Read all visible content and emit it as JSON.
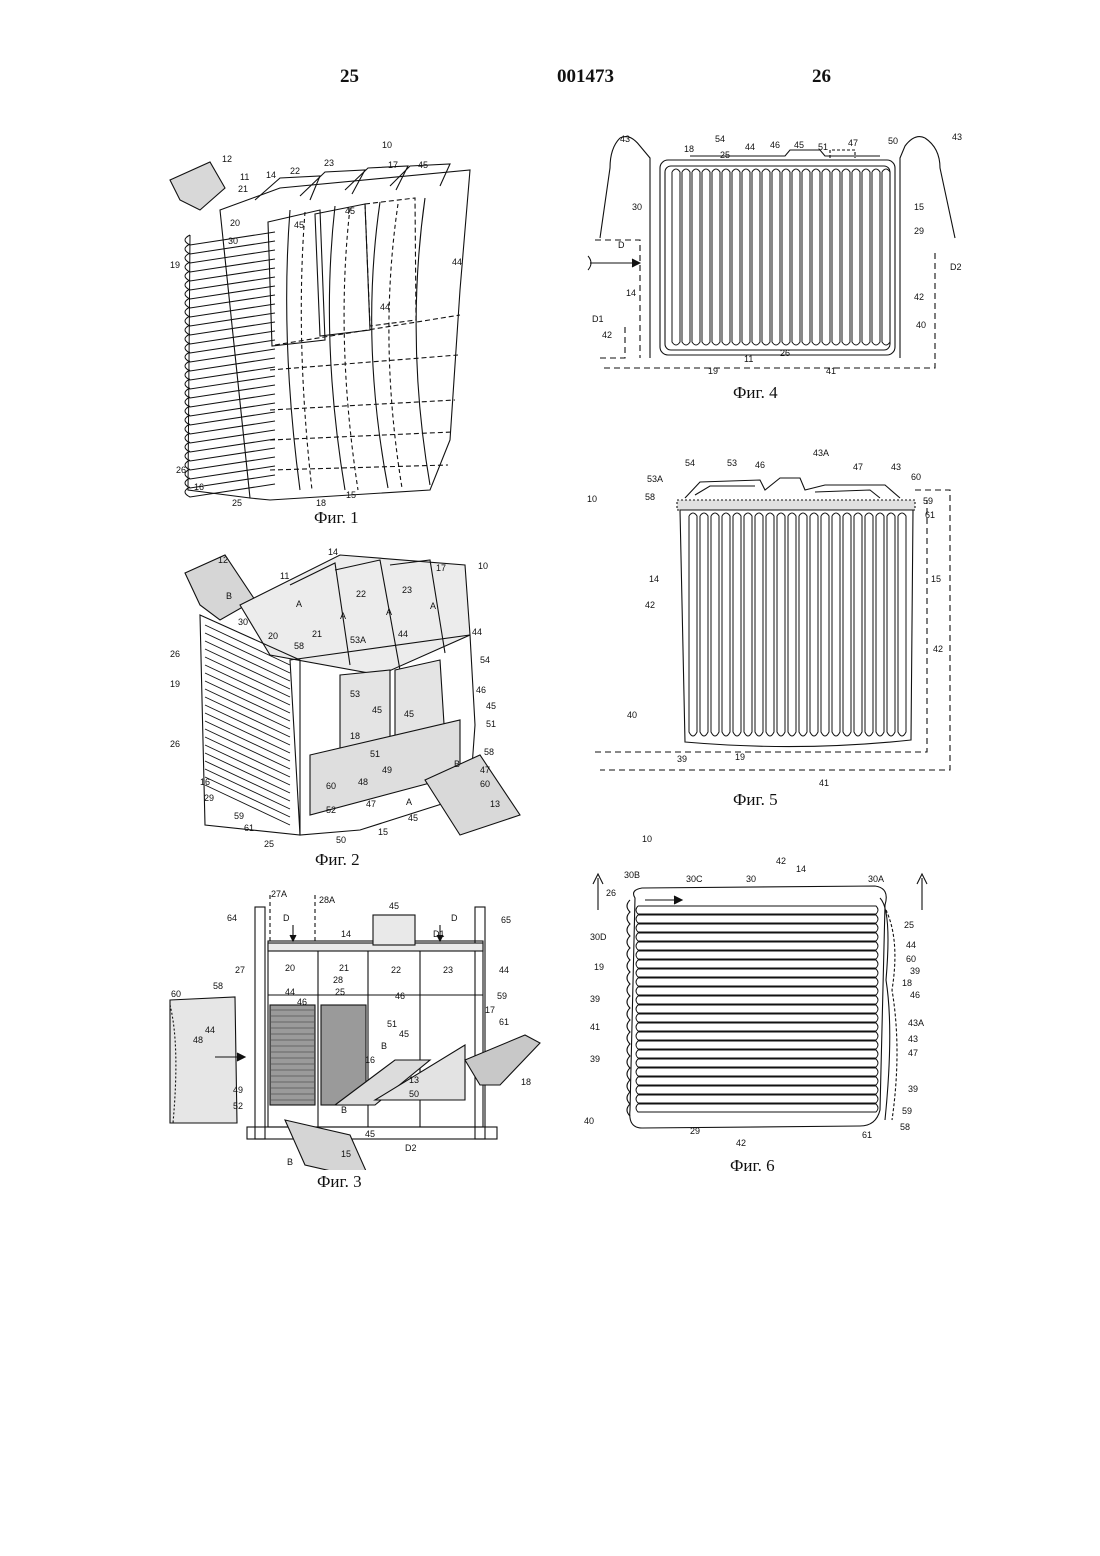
{
  "header": {
    "left_page": "25",
    "doc_number": "001473",
    "right_page": "26"
  },
  "figures": [
    {
      "caption": "Фиг. 1",
      "labels": [
        "10",
        "12",
        "11",
        "21",
        "14",
        "22",
        "23",
        "17",
        "45",
        "20",
        "30",
        "19",
        "45",
        "45",
        "44",
        "44",
        "26",
        "16",
        "25",
        "18",
        "15"
      ]
    },
    {
      "caption": "Фиг. 4",
      "labels": [
        "43",
        "18",
        "54",
        "25",
        "44",
        "46",
        "45",
        "51",
        "47",
        "50",
        "43",
        "30",
        "15",
        "29",
        "D",
        "D2",
        "14",
        "42",
        "D1",
        "40",
        "42",
        "26",
        "11",
        "19",
        "41"
      ]
    },
    {
      "caption": "Фиг. 2",
      "labels": [
        "12",
        "14",
        "17",
        "10",
        "11",
        "22",
        "23",
        "B",
        "A",
        "A",
        "A",
        "A",
        "20",
        "21",
        "30",
        "58",
        "53A",
        "44",
        "44",
        "26",
        "54",
        "19",
        "53",
        "46",
        "45",
        "45",
        "45",
        "18",
        "51",
        "51",
        "58",
        "48",
        "49",
        "B",
        "47",
        "26",
        "60",
        "60",
        "16",
        "29",
        "59",
        "61",
        "52",
        "47",
        "A",
        "45",
        "13",
        "50",
        "15",
        "25"
      ]
    },
    {
      "caption": "Фиг. 5",
      "labels": [
        "43A",
        "54",
        "53",
        "46",
        "47",
        "43",
        "53A",
        "60",
        "58",
        "59",
        "61",
        "10",
        "14",
        "15",
        "42",
        "42",
        "40",
        "19",
        "39",
        "41"
      ]
    },
    {
      "caption": "Фиг. 3",
      "labels": [
        "27A",
        "28A",
        "45",
        "64",
        "D",
        "D",
        "D1",
        "65",
        "14",
        "27",
        "20",
        "21",
        "22",
        "23",
        "44",
        "28",
        "58",
        "44",
        "25",
        "46",
        "46",
        "59",
        "60",
        "44",
        "51",
        "45",
        "17",
        "61",
        "48",
        "B",
        "16",
        "49",
        "13",
        "18",
        "52",
        "B",
        "50",
        "45",
        "B",
        "15",
        "D2"
      ]
    },
    {
      "caption": "Фиг. 6",
      "labels": [
        "10",
        "42",
        "14",
        "30B",
        "30C",
        "30",
        "30A",
        "26",
        "25",
        "30D",
        "44",
        "60",
        "19",
        "39",
        "18",
        "46",
        "39",
        "43A",
        "41",
        "43",
        "47",
        "39",
        "39",
        "40",
        "59",
        "29",
        "61",
        "58",
        "42"
      ]
    }
  ]
}
